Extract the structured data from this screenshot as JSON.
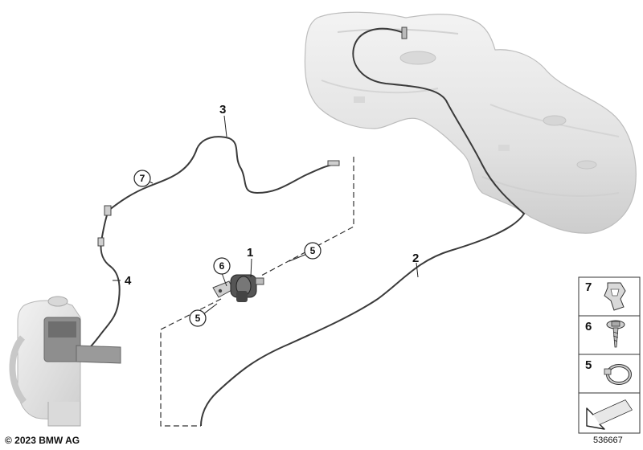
{
  "callouts": {
    "c1": "1",
    "c2": "2",
    "c3": "3",
    "c4": "4",
    "c5a": "5",
    "c5b": "5",
    "c6": "6",
    "c7": "7"
  },
  "legend": [
    {
      "number": "7",
      "icon": "clip-icon"
    },
    {
      "number": "6",
      "icon": "screw-icon"
    },
    {
      "number": "5",
      "icon": "hose-clamp-icon"
    }
  ],
  "footer": {
    "copyright": "© 2023 BMW AG",
    "diagram_number": "536667"
  },
  "colors": {
    "line": "#3a3a3a",
    "tank_fill": "#e6e6e6",
    "tank_shade": "#cfcfcf",
    "legend_border": "#333333"
  }
}
